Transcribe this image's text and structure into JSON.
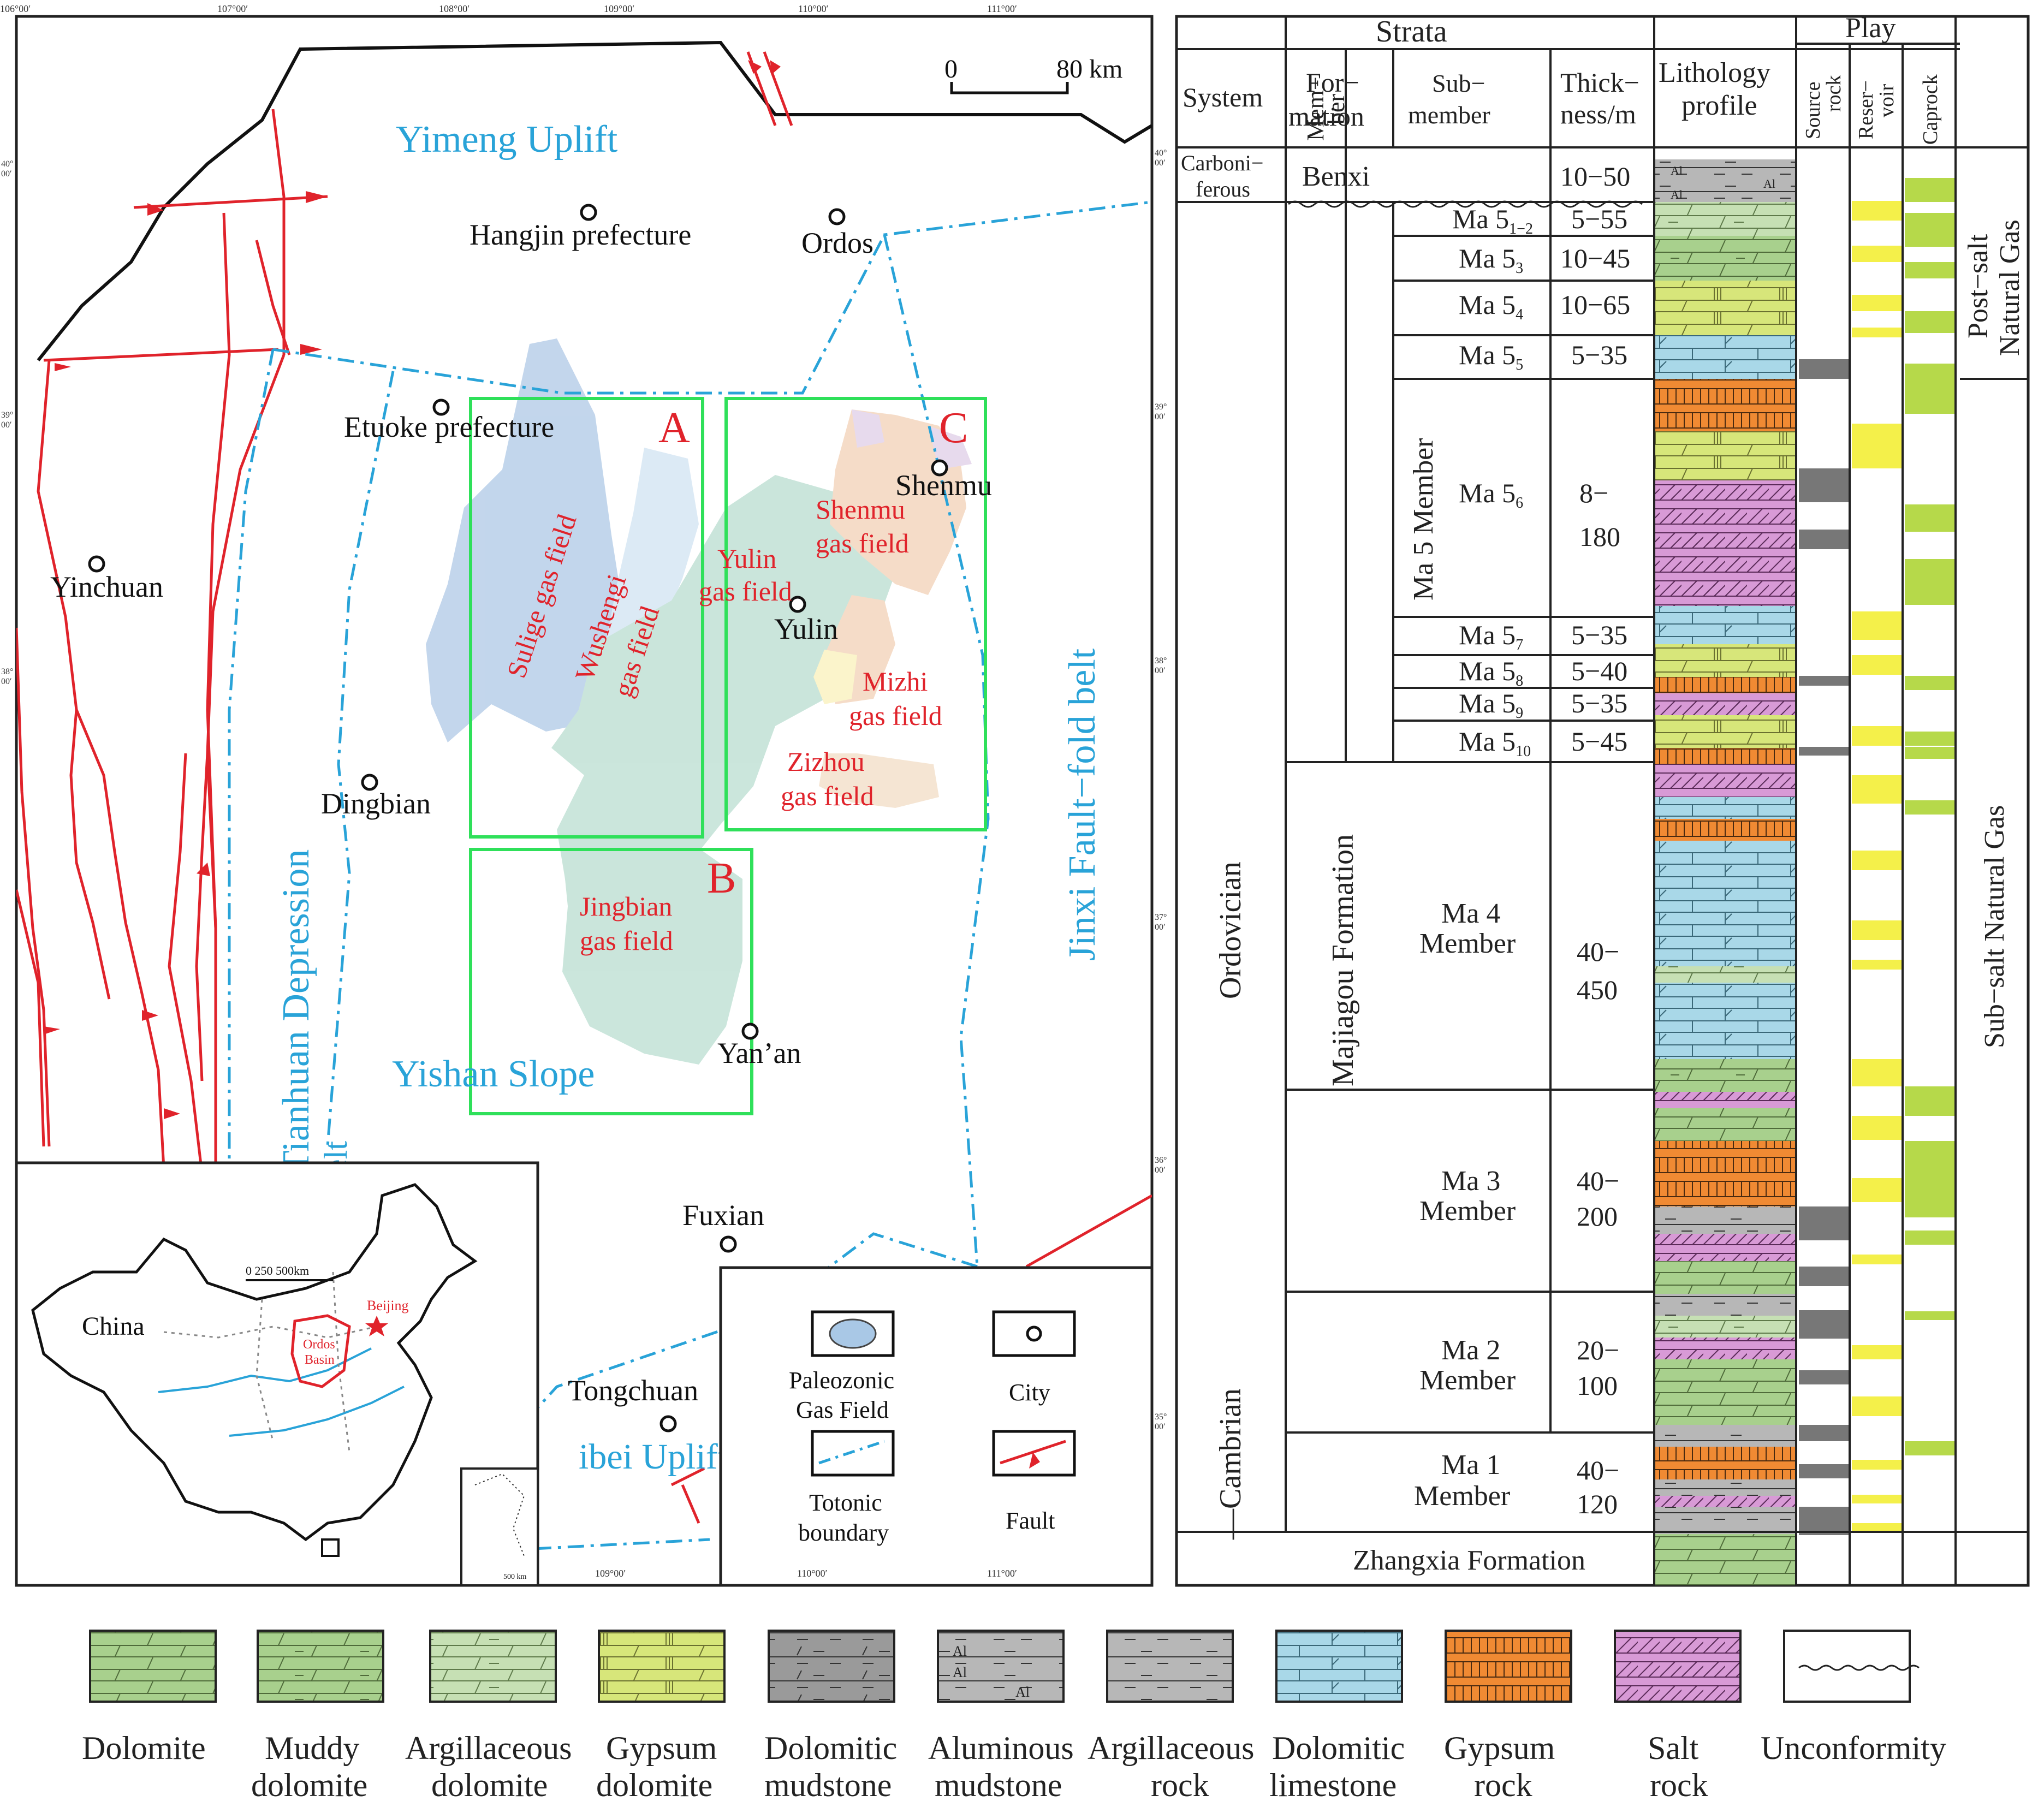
{
  "colors": {
    "fault": "#e0232b",
    "boundary": "#29a3d8",
    "area_box": "#2fe05a",
    "label_blue": "#29a3d8",
    "label_red": "#e0232b",
    "dolomite": "#a8d08d",
    "muddy_dolomite": "#a8d08d",
    "argillaceous_dolomite": "#c6e0b4",
    "gypsum_dolomite": "#d7e67a",
    "dolomitic_mudstone": "#9a9a9a",
    "aluminous_mudstone": "#b7b7b7",
    "argillaceous_rock": "#b7b7b7",
    "dolomitic_limestone": "#a9d8e8",
    "gypsum_rock": "#f08a33",
    "salt_rock": "#d89ad6",
    "source_rock": "#777777",
    "reservoir": "#f4f04a",
    "caprock": "#b6d94a"
  },
  "map": {
    "lon_ticks": [
      "106°00′",
      "107°00′",
      "108°00′",
      "109°00′",
      "110°00′",
      "111°00′"
    ],
    "lon_ticks_bottom": [
      "109°00′",
      "110°00′",
      "111°00′"
    ],
    "lat_ticks": [
      "40°\n00′",
      "39°\n00′",
      "38°\n00′",
      "37°\n00′",
      "36°\n00′",
      "35°\n00′"
    ],
    "scale_zero": "0",
    "scale_label": "80 km",
    "regions": {
      "yimeng": "Yimeng Uplift",
      "tianhuan": "Tianhuan Depression",
      "yishan": "Yishan Slope",
      "jinxi": "Jinxi Fault−fold belt",
      "weibei": "ibei Uplift",
      "partial_belt": "elt"
    },
    "cities": {
      "hangjin": "Hangjin prefecture",
      "ordos": "Ordos",
      "etuoke": "Etuoke prefecture",
      "yinchuan": "Yinchuan",
      "dingbian": "Dingbian",
      "shenmu": "Shenmu",
      "yulin": "Yulin",
      "yanan": "Yan’an",
      "fuxian": "Fuxian",
      "tongchuan": "Tongchuan"
    },
    "gas_fields": {
      "sulige": "Sulige gas field",
      "wushengi_1": "Wushengi",
      "wushengi_2": "gas field",
      "yulin_1": "Yulin",
      "yulin_2": "gas field",
      "shenmu_1": "Shenmu",
      "shenmu_2": "gas field",
      "mizhi_1": "Mizhi",
      "mizhi_2": "gas field",
      "zizhou_1": "Zizhou",
      "zizhou_2": "gas field",
      "jingbian_1": "Jingbian",
      "jingbian_2": "gas field"
    },
    "area_labels": {
      "a": "A",
      "b": "B",
      "c": "C"
    },
    "inset": {
      "china": "China",
      "scale": "0  250  500km",
      "beijing": "Beijing",
      "ordos_1": "Ordos",
      "ordos_2": "Basin",
      "mini_scale": "500 km"
    },
    "legend": {
      "gas_field_1": "Paleozonic",
      "gas_field_2": "Gas Field",
      "city": "City",
      "boundary_1": "Totonic",
      "boundary_2": "boundary",
      "fault": "Fault"
    }
  },
  "column": {
    "headers": {
      "strata": "Strata",
      "play": "Play",
      "system": "System",
      "formation_1": "For−",
      "formation_2": "mation",
      "member_1": "Mem−",
      "member_2": "ber",
      "submember_1": "Sub−",
      "submember_2": "member",
      "thickness_1": "Thick−",
      "thickness_2": "ness/m",
      "lithology_1": "Lithology",
      "lithology_2": "profile",
      "source_1": "Source",
      "source_2": "rock",
      "reservoir_1": "Reser−",
      "reservoir_2": "voir",
      "caprock": "Caprock"
    },
    "systems": {
      "carboniferous_1": "Carboni−",
      "carboniferous_2": "ferous",
      "ordovician": "Ordovician",
      "cambrian": "—Cambrian"
    },
    "formations": {
      "benxi": "Benxi",
      "majiagou": "Majiagou Formation",
      "zhangxia": "Zhangxia Formation"
    },
    "ma5_member": "Ma 5 Member",
    "submembers": [
      {
        "base": "Ma 5",
        "sub": "1−2",
        "thickness": "5−55"
      },
      {
        "base": "Ma 5",
        "sub": "3",
        "thickness": "10−45"
      },
      {
        "base": "Ma 5",
        "sub": "4",
        "thickness": "10−65"
      },
      {
        "base": "Ma 5",
        "sub": "5",
        "thickness": "5−35"
      },
      {
        "base": "Ma 5",
        "sub": "6",
        "thickness_1": "8−",
        "thickness_2": "180"
      },
      {
        "base": "Ma 5",
        "sub": "7",
        "thickness": "5−35"
      },
      {
        "base": "Ma 5",
        "sub": "8",
        "thickness": "5−40"
      },
      {
        "base": "Ma 5",
        "sub": "9",
        "thickness": "5−35"
      },
      {
        "base": "Ma 5",
        "sub": "10",
        "thickness": "5−45"
      }
    ],
    "benxi_thickness": "10−50",
    "members": {
      "ma4_1": "Ma 4",
      "ma4_2": "Member",
      "ma4_t1": "40−",
      "ma4_t2": "450",
      "ma3_1": "Ma 3",
      "ma3_2": "Member",
      "ma3_t1": "40−",
      "ma3_t2": "200",
      "ma2_1": "Ma 2",
      "ma2_2": "Member",
      "ma2_t1": "20−",
      "ma2_t2": "100",
      "ma1_1": "Ma 1",
      "ma1_2": "Member",
      "ma1_t1": "40−",
      "ma1_t2": "120"
    },
    "play_groups": {
      "post_1": "Post−salt",
      "post_2": "Natural Gas",
      "sub": "Sub−salt Natural Gas"
    },
    "al_mark": "Al"
  },
  "legend": [
    {
      "key": "dolomite",
      "label_1": "Dolomite",
      "label_2": ""
    },
    {
      "key": "muddy_dolomite",
      "label_1": "Muddy",
      "label_2": "dolomite"
    },
    {
      "key": "argillaceous_dolomite",
      "label_1": "Argillaceous",
      "label_2": "dolomite"
    },
    {
      "key": "gypsum_dolomite",
      "label_1": "Gypsum",
      "label_2": "dolomite"
    },
    {
      "key": "dolomitic_mudstone",
      "label_1": "Dolomitic",
      "label_2": "mudstone"
    },
    {
      "key": "aluminous_mudstone",
      "label_1": "Aluminous",
      "label_2": "mudstone"
    },
    {
      "key": "argillaceous_rock",
      "label_1": "Argillaceous",
      "label_2": "rock"
    },
    {
      "key": "dolomitic_limestone",
      "label_1": "Dolomitic",
      "label_2": "limestone"
    },
    {
      "key": "gypsum_rock",
      "label_1": "Gypsum",
      "label_2": "rock"
    },
    {
      "key": "salt_rock",
      "label_1": "Salt",
      "label_2": "rock"
    },
    {
      "key": "unconformity",
      "label_1": "Unconformity",
      "label_2": ""
    }
  ]
}
